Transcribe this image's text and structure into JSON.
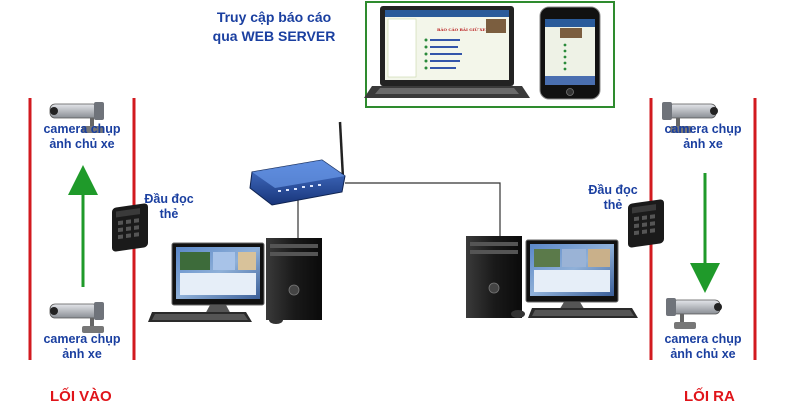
{
  "web_server": {
    "title_line1": "Truy cập báo cáo",
    "title_line2": "qua WEB SERVER",
    "report_heading": "BÁO CÁO BÃI GIỮ XE"
  },
  "entrance": {
    "camera_top_line1": "camera chụp",
    "camera_top_line2": "ảnh chủ xe",
    "camera_bottom_line1": "camera chụp",
    "camera_bottom_line2": "ảnh xe",
    "reader_line1": "Đầu đọc",
    "reader_line2": "thẻ",
    "label": "LỐI VÀO"
  },
  "exit": {
    "camera_top_line1": "camera chụp",
    "camera_top_line2": "ảnh xe",
    "camera_bottom_line1": "camera chụp",
    "camera_bottom_line2": "ảnh chủ xe",
    "reader_line1": "Đầu đọc",
    "reader_line2": "thẻ",
    "label": "LỐI RA"
  },
  "colors": {
    "lane_line": "#d21a1f",
    "arrow": "#1f9a2a",
    "label_blue": "#1a3fa0",
    "exit_red": "#e0141a",
    "web_box_border": "#2e8b2e"
  },
  "icons": [
    "camera-icon",
    "card-reader-icon",
    "router-icon",
    "desktop-pc-icon",
    "laptop-icon",
    "smartphone-icon",
    "arrow-up-icon",
    "arrow-down-icon"
  ]
}
